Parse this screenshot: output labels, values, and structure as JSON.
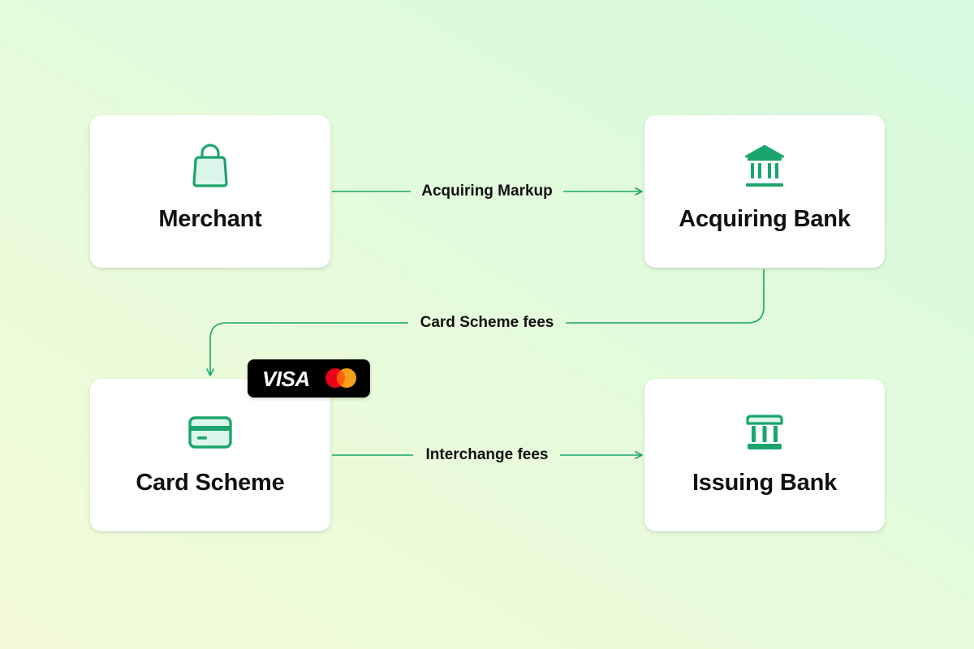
{
  "nodes": {
    "merchant": {
      "label": "Merchant",
      "icon": "shopping-bag-icon"
    },
    "acquiring_bank": {
      "label": "Acquiring Bank",
      "icon": "bank-building-icon"
    },
    "card_scheme": {
      "label": "Card Scheme",
      "icon": "credit-card-icon"
    },
    "issuing_bank": {
      "label": "Issuing Bank",
      "icon": "bank-icon"
    }
  },
  "edges": {
    "merchant_to_acquiring": {
      "label": "Acquiring Markup"
    },
    "acquiring_to_scheme": {
      "label": "Card Scheme fees"
    },
    "scheme_to_issuing": {
      "label": "Interchange fees"
    }
  },
  "badge": {
    "visa_text": "VISA",
    "mastercard_icon": "mastercard-logo-icon"
  },
  "colors": {
    "accent": "#1aa56c",
    "icon_fill": "#dcf5ea",
    "mc_red": "#eb001b",
    "mc_orange": "#f79e1b",
    "badge_bg": "#000000"
  }
}
